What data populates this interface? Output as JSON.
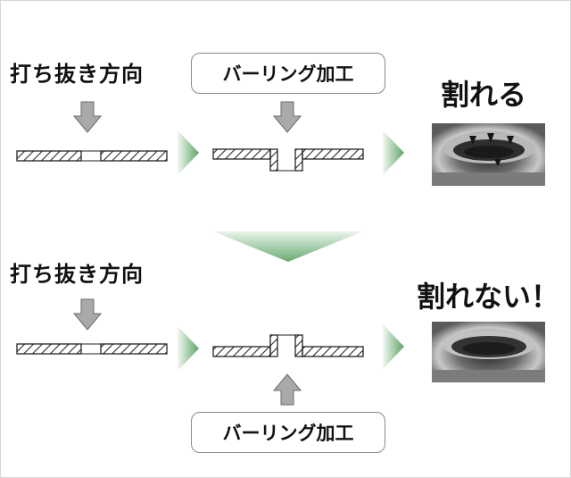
{
  "top_row": {
    "punch_direction_label": "打ち抜き方向",
    "burring_label": "バーリング加工",
    "result_label": "割れる"
  },
  "bottom_row": {
    "punch_direction_label": "打ち抜き方向",
    "burring_label": "バーリング加工",
    "result_label": "割れない！"
  },
  "colors": {
    "arrow_gray": "#a9a9a9",
    "flow_green_light": "#e3f3e3",
    "flow_green_dark": "#5ea367",
    "hatch": "#2b2b2b"
  }
}
